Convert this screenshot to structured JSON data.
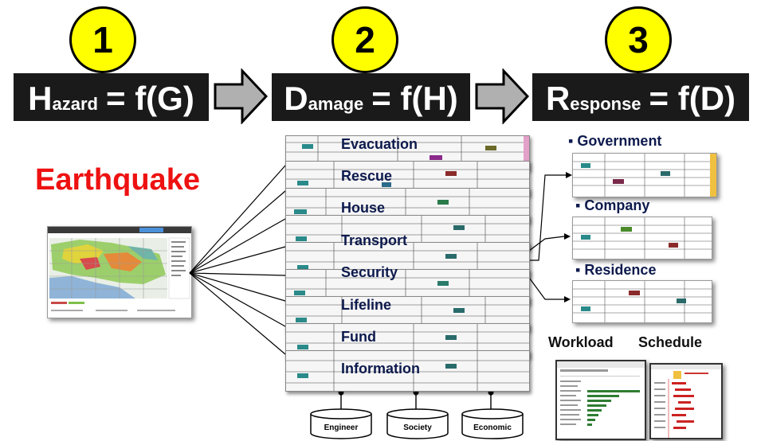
{
  "steps": [
    {
      "number": "1",
      "formula_initial": "H",
      "formula_rest": "azard",
      "formula_eq": "= f(G)"
    },
    {
      "number": "2",
      "formula_initial": "D",
      "formula_rest": "amage",
      "formula_eq": "= f(H)"
    },
    {
      "number": "3",
      "formula_initial": "R",
      "formula_rest": "esponse",
      "formula_eq": "= f(D)"
    }
  ],
  "hazard_title": "Earthquake",
  "damage_layers": [
    "Evacuation",
    "Rescue",
    "House",
    "Transport",
    "Security",
    "Lifeline",
    "Fund",
    "Information"
  ],
  "responses": [
    "Government",
    "Company",
    "Residence"
  ],
  "bullet": "▪",
  "bottom_labels": {
    "workload": "Workload",
    "schedule": "Schedule"
  },
  "databases": [
    "Engineer",
    "Society",
    "Economic"
  ],
  "colors": {
    "circle": "#ffff00",
    "formula_bg": "#1a1a1a",
    "title_red": "#ee1111",
    "label_navy": "#0d1a4d",
    "arrow_gray": "#b0b0b0"
  }
}
